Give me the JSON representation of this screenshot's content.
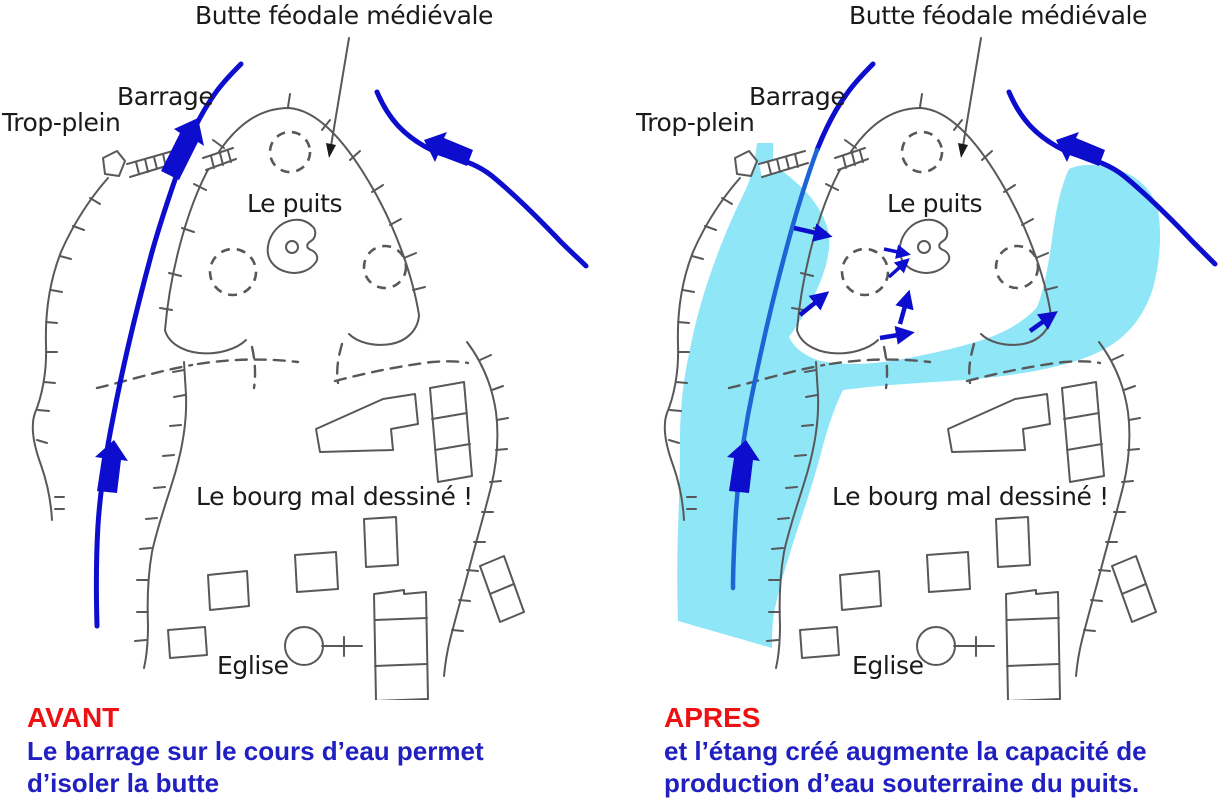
{
  "colors": {
    "stream_blue": "#0d0dce",
    "stream_over_pond_blue": "#1b66d4",
    "pond_cyan": "#8ee6f7",
    "sketch_gray": "#58585a",
    "label_text": "#1a1a1a",
    "caption_red": "#ee1114",
    "caption_blue": "#2020c0"
  },
  "panels": [
    {
      "name": "avant",
      "labels": {
        "butte": "Butte féodale médiévale",
        "barrage": "Barrage",
        "trop_plein": "Trop-plein",
        "puits": "Le puits",
        "bourg": "Le bourg mal dessiné !",
        "eglise": "Eglise"
      },
      "caption": {
        "title": "AVANT",
        "line1": "Le barrage sur le cours d’eau permet",
        "line2": "d’isoler la butte"
      }
    },
    {
      "name": "apres",
      "labels": {
        "butte": "Butte féodale médiévale",
        "barrage": "Barrage",
        "trop_plein": "Trop-plein",
        "puits": "Le puits",
        "bourg": "Le bourg mal dessiné !",
        "eglise": "Eglise"
      },
      "caption": {
        "title": "APRES",
        "line1": "et l’étang créé augmente la capacité de",
        "line2": "production d’eau souterraine du puits."
      }
    }
  ]
}
